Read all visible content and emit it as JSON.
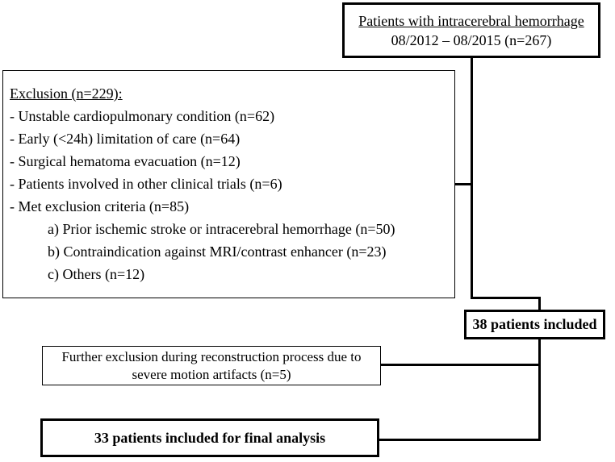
{
  "colors": {
    "ink": "#000000",
    "background": "#ffffff"
  },
  "enrollment_box": {
    "title": "Patients with intracerebral hemorrhage",
    "subtitle": "08/2012 – 08/2015 (n=267)"
  },
  "exclusion_box": {
    "title": "Exclusion (n=229):",
    "items": [
      "- Unstable cardiopulmonary condition (n=62)",
      "- Early (<24h) limitation of care (n=64)",
      "- Surgical hematoma evacuation (n=12)",
      "- Patients involved in other clinical trials (n=6)",
      "- Met exclusion criteria (n=85)"
    ],
    "sub_items": [
      "a) Prior ischemic stroke or intracerebral hemorrhage (n=50)",
      "b) Contraindication against MRI/contrast enhancer (n=23)",
      "c) Others (n=12)"
    ]
  },
  "included_box": {
    "label": "38 patients included"
  },
  "further_exclusion_box": {
    "line1": "Further exclusion during reconstruction process due to",
    "line2": "severe motion artifacts (n=5)"
  },
  "final_box": {
    "label": "33 patients included for final analysis"
  }
}
